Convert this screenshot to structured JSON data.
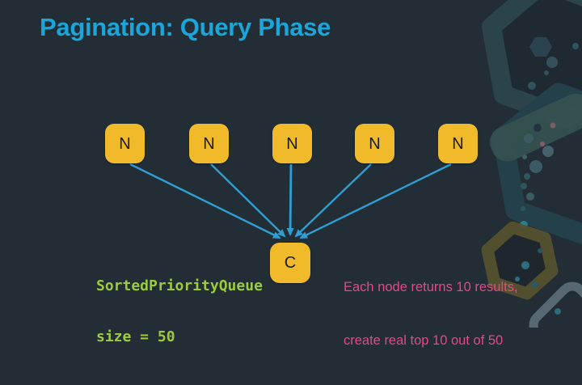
{
  "slide": {
    "title": "Pagination: Query Phase"
  },
  "colors": {
    "background": "#222d36",
    "title": "#1ba5d9",
    "node_fill": "#f0ba2b",
    "node_text": "#1c1c1c",
    "arrow": "#2f9ed2",
    "code_text": "#9ccc3b",
    "note_text": "#e64787"
  },
  "diagram": {
    "data_nodes": [
      {
        "label": "N"
      },
      {
        "label": "N"
      },
      {
        "label": "N"
      },
      {
        "label": "N"
      },
      {
        "label": "N"
      }
    ],
    "coordinator": {
      "label": "C"
    }
  },
  "annotations": {
    "code_line_1": "SortedPriorityQueue",
    "code_line_2": "size = 50",
    "note_line_1": "Each node returns 10 results,",
    "note_line_2": "create real top 10 out of 50"
  }
}
